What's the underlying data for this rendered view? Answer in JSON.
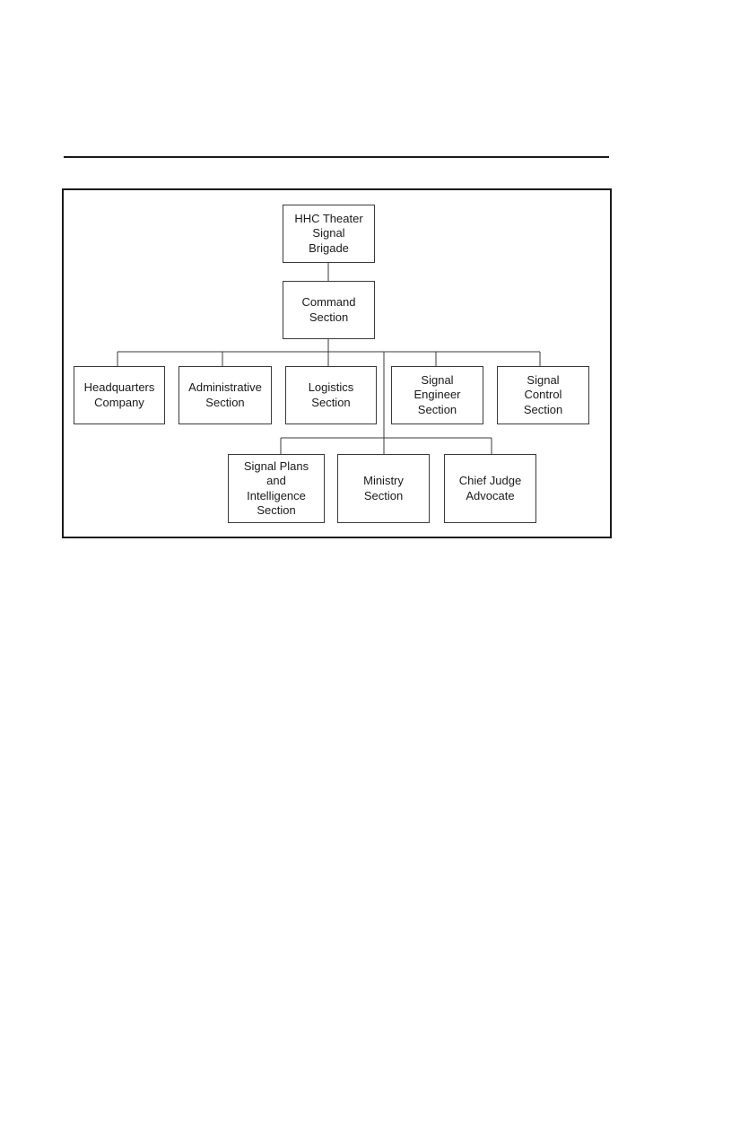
{
  "org_chart": {
    "root": "HHC Theater\nSignal\nBrigade",
    "command": "Command\nSection",
    "row1": [
      "Headquarters\nCompany",
      "Administrative\nSection",
      "Logistics\nSection",
      "Signal\nEngineer\nSection",
      "Signal\nControl\nSection"
    ],
    "row2": [
      "Signal Plans\nand\nIntelligence\nSection",
      "Ministry\nSection",
      "Chief Judge\nAdvocate"
    ]
  }
}
